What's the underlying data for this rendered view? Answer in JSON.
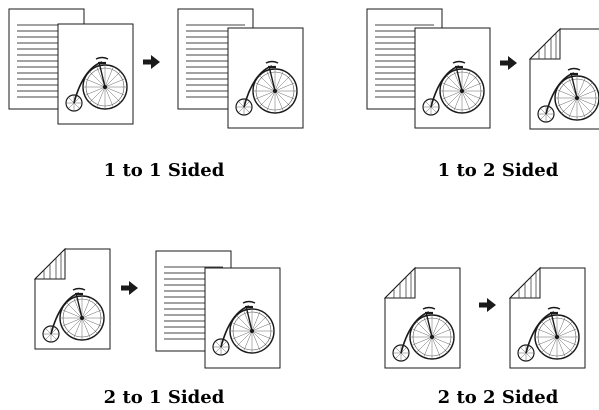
{
  "panels": [
    {
      "label": "1 to 1 Sided"
    },
    {
      "label": "1 to 2 Sided"
    },
    {
      "label": "2 to 1 Sided"
    },
    {
      "label": "2 to 2 Sided"
    }
  ],
  "icons": {
    "text_page": "lined-text-page-icon",
    "bicycle_page": "penny-farthing-image-page-icon",
    "folded_page": "folded-corner-page-icon",
    "arrow": "right-arrow-icon"
  },
  "colors": {
    "ink": "#1a1a1a",
    "paper": "#ffffff"
  }
}
